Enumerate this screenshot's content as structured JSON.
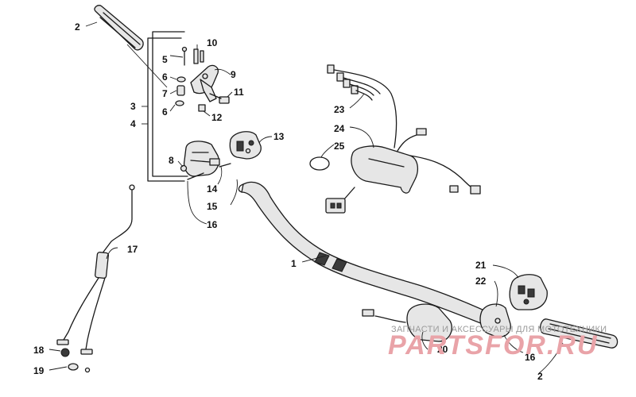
{
  "callouts": {
    "c1": "1",
    "c2a": "2",
    "c2b": "2",
    "c3": "3",
    "c4": "4",
    "c5": "5",
    "c6a": "6",
    "c6b": "6",
    "c7": "7",
    "c8": "8",
    "c9": "9",
    "c10": "10",
    "c11": "11",
    "c12": "12",
    "c13": "13",
    "c14": "14",
    "c15": "15",
    "c16a": "16",
    "c16b": "16",
    "c17": "17",
    "c18": "18",
    "c19": "19",
    "c20": "20",
    "c21": "21",
    "c22": "22",
    "c23": "23",
    "c24": "24",
    "c25": "25"
  },
  "watermark": {
    "tagline": "ЗАПЧАСТИ И АКСЕССУАРЫ ДЛЯ МОТОТЕХНИКИ",
    "brand": "PARTSFOR.RU"
  },
  "colors": {
    "line": "#1a1a1a",
    "watermark_red": "#e9a3a8",
    "watermark_gray": "#9a9a9a"
  }
}
